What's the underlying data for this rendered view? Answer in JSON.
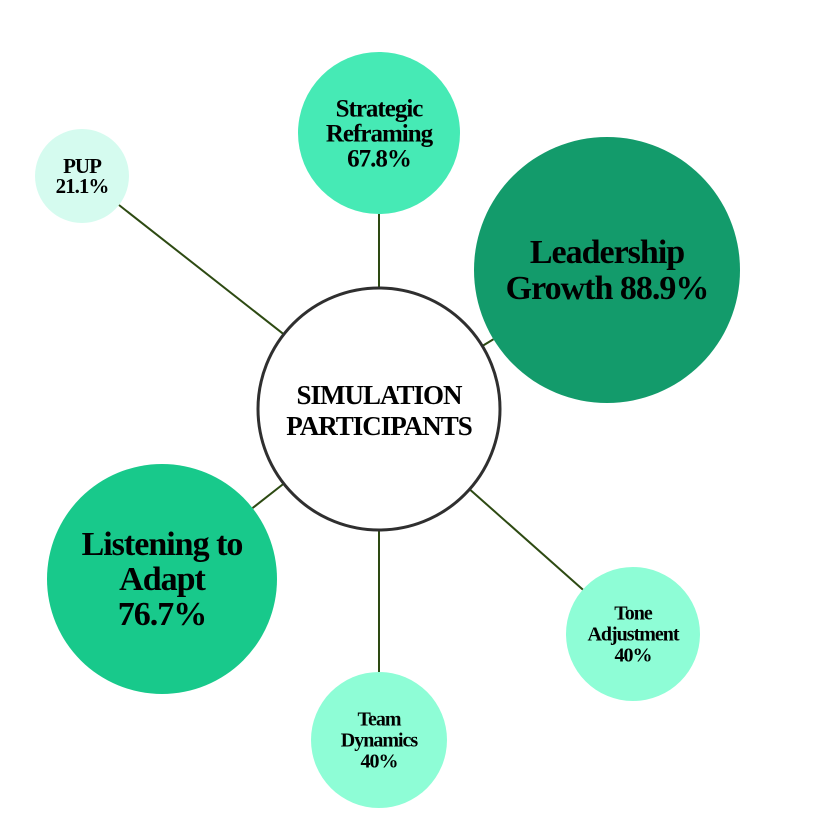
{
  "center": {
    "lines": [
      "SIMULATION",
      "PARTICIPANTS"
    ]
  },
  "nodes": [
    {
      "id": "pup",
      "lines": [
        "PUP",
        "21.1%"
      ],
      "value": 21.1,
      "color": "#d5fbef"
    },
    {
      "id": "strategic-reframing",
      "lines": [
        "Strategic",
        "Reframing",
        "67.8%"
      ],
      "value": 67.8,
      "color": "#46eab5"
    },
    {
      "id": "leadership-growth",
      "lines": [
        "Leadership",
        "Growth 88.9%"
      ],
      "value": 88.9,
      "color": "#139b6b"
    },
    {
      "id": "listening-to-adapt",
      "lines": [
        "Listening to",
        "Adapt",
        "76.7%"
      ],
      "value": 76.7,
      "color": "#18c98b"
    },
    {
      "id": "team-dynamics",
      "lines": [
        "Team",
        "Dynamics",
        "40%"
      ],
      "value": 40,
      "color": "#8efdd6"
    },
    {
      "id": "tone-adjustment",
      "lines": [
        "Tone",
        "Adjustment",
        "40%"
      ],
      "value": 40,
      "color": "#8efdd6"
    }
  ],
  "colors": {
    "connector": "#2d4a12",
    "center_border": "#2f2f2f",
    "center_fill": "#ffffff"
  }
}
